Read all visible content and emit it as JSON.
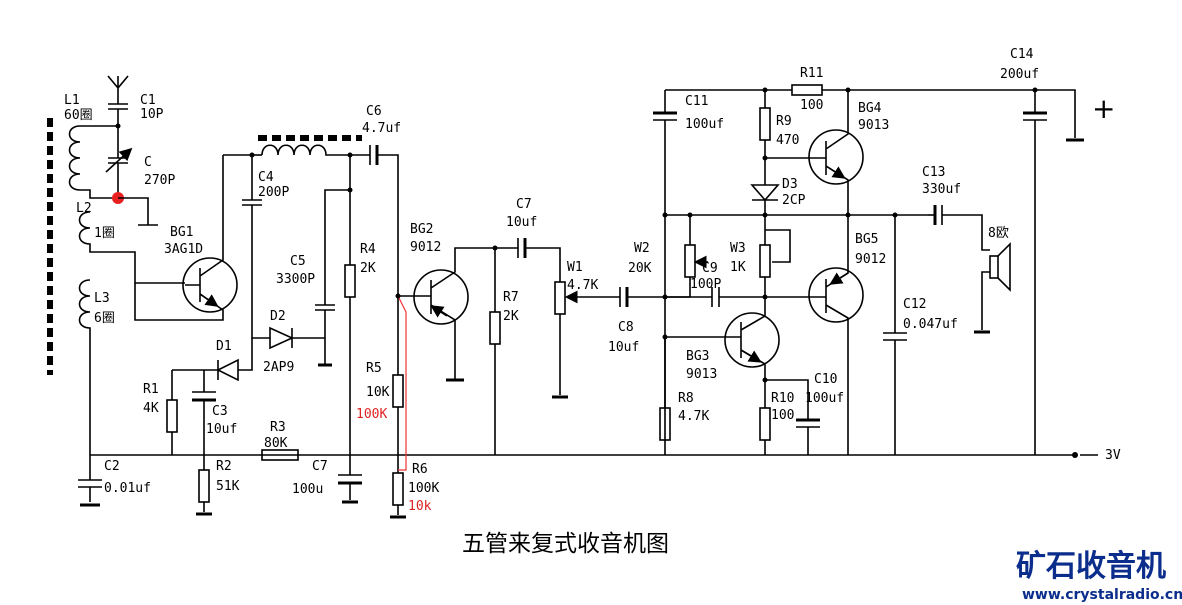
{
  "title": "五管来复式收音机图",
  "watermark": {
    "brand": "矿石收音机",
    "site": "www.crystalradio.cn"
  },
  "rails": {
    "positive": "+",
    "negative": "3V"
  },
  "labels": {
    "L1": "L1",
    "L1_turns": "60圈",
    "L2": "L2",
    "L2_turns": "1圈",
    "L3": "L3",
    "L3_turns": "6圈",
    "C1": "C1",
    "C1_val": "10P",
    "C": "C",
    "C_val": "270P",
    "BG1": "BG1",
    "BG1_val": "3AG1D",
    "C4": "C4",
    "C4_val": "200P",
    "C5": "C5",
    "C5_val": "3300P",
    "D2": "D2",
    "D2_val": "2AP9",
    "D1": "D1",
    "R1": "R1",
    "R1_val": "4K",
    "C3": "C3",
    "C3_val": "10uf",
    "R2": "R2",
    "R2_val": "51K",
    "R3": "R3",
    "R3_val": "80K",
    "C2": "C2",
    "C2_val": "0.01uf",
    "C7a": "C7",
    "C7a_val": "100u",
    "R4": "R4",
    "R4_val": "2K",
    "R5": "R5",
    "R5_val": "10K",
    "R5_mod": "100K",
    "R6": "R6",
    "R6_val": "100K",
    "R6_mod": "10k",
    "C6": "C6",
    "C6_val": "4.7uf",
    "BG2": "BG2",
    "BG2_val": "9012",
    "R7": "R7",
    "R7_val": "2K",
    "C7b": "C7",
    "C7b_val": "10uf",
    "W1": "W1",
    "W1_val": "4.7K",
    "C8": "C8",
    "C8_val": "10uf",
    "C11": "C11",
    "C11_val": "100uf",
    "W2": "W2",
    "W2_val": "20K",
    "C9": "C9",
    "C9_val": "100P",
    "W3": "W3",
    "W3_val": "1K",
    "BG3": "BG3",
    "BG3_val": "9013",
    "R8": "R8",
    "R8_val": "4.7K",
    "R10": "R10",
    "R10_val": "100",
    "C10": "C10",
    "C10_val": "100uf",
    "R9": "R9",
    "R9_val": "470",
    "D3": "D3",
    "D3_val": "2CP",
    "R11": "R11",
    "R11_val": "100",
    "BG4": "BG4",
    "BG4_val": "9013",
    "BG5": "BG5",
    "BG5_val": "9012",
    "C12": "C12",
    "C12_val": "0.047uf",
    "C13": "C13",
    "C13_val": "330uf",
    "spk": "8欧",
    "C14": "C14",
    "C14_val": "200uf"
  }
}
